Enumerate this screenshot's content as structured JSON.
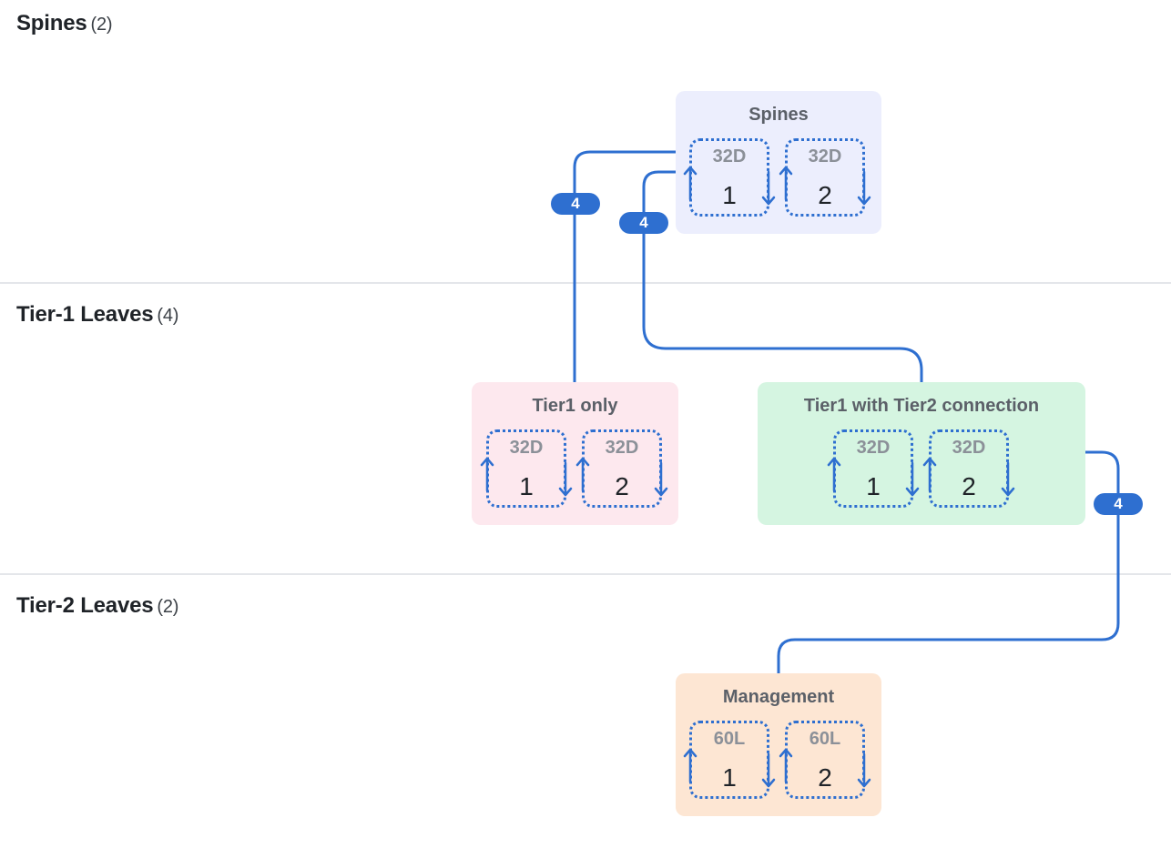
{
  "tiers": [
    {
      "name": "Spines",
      "count": "(2)"
    },
    {
      "name": "Tier-1 Leaves",
      "count": "(4)"
    },
    {
      "name": "Tier-2 Leaves",
      "count": "(2)"
    }
  ],
  "groups": [
    {
      "title": "Spines",
      "bg": "#eceefd",
      "devices": [
        {
          "model": "32D",
          "num": "1"
        },
        {
          "model": "32D",
          "num": "2"
        }
      ]
    },
    {
      "title": "Tier1 only",
      "bg": "#fde8ee",
      "devices": [
        {
          "model": "32D",
          "num": "1"
        },
        {
          "model": "32D",
          "num": "2"
        }
      ]
    },
    {
      "title": "Tier1 with Tier2 connection",
      "bg": "#d5f5e1",
      "devices": [
        {
          "model": "32D",
          "num": "1"
        },
        {
          "model": "32D",
          "num": "2"
        }
      ]
    },
    {
      "title": "Management",
      "bg": "#fde6d3",
      "devices": [
        {
          "model": "60L",
          "num": "1"
        },
        {
          "model": "60L",
          "num": "2"
        }
      ]
    }
  ],
  "links": [
    {
      "from": "Spines",
      "to": "Tier1 only",
      "count": "4"
    },
    {
      "from": "Spines",
      "to": "Tier1 with Tier2 connection",
      "count": "4"
    },
    {
      "from": "Tier1 with Tier2 connection",
      "to": "Management",
      "count": "4"
    }
  ],
  "colors": {
    "link": "#2e6fd0",
    "divider": "#e4e6ea"
  }
}
